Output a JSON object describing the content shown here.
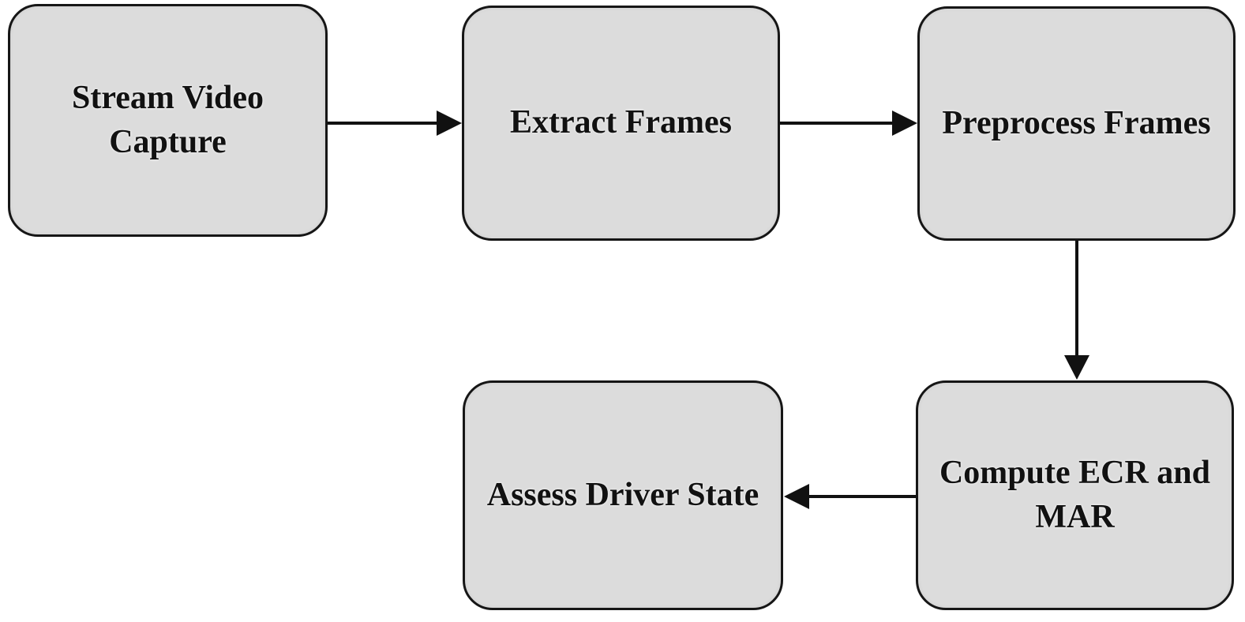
{
  "diagram": {
    "type": "flowchart",
    "nodes": [
      {
        "id": "stream-video-capture",
        "label": "Stream Video Capture"
      },
      {
        "id": "extract-frames",
        "label": "Extract Frames"
      },
      {
        "id": "preprocess-frames",
        "label": "Preprocess Frames"
      },
      {
        "id": "compute-ecr-mar",
        "label": "Compute ECR and MAR"
      },
      {
        "id": "assess-driver-state",
        "label": "Assess Driver State"
      }
    ],
    "edges": [
      {
        "from": "stream-video-capture",
        "to": "extract-frames",
        "direction": "right"
      },
      {
        "from": "extract-frames",
        "to": "preprocess-frames",
        "direction": "right"
      },
      {
        "from": "preprocess-frames",
        "to": "compute-ecr-mar",
        "direction": "down"
      },
      {
        "from": "compute-ecr-mar",
        "to": "assess-driver-state",
        "direction": "left"
      }
    ],
    "colors": {
      "background": "#ffffff",
      "node_fill": "#dcdcdc",
      "node_border": "#161616",
      "arrow": "#111111",
      "text": "#111111"
    }
  }
}
